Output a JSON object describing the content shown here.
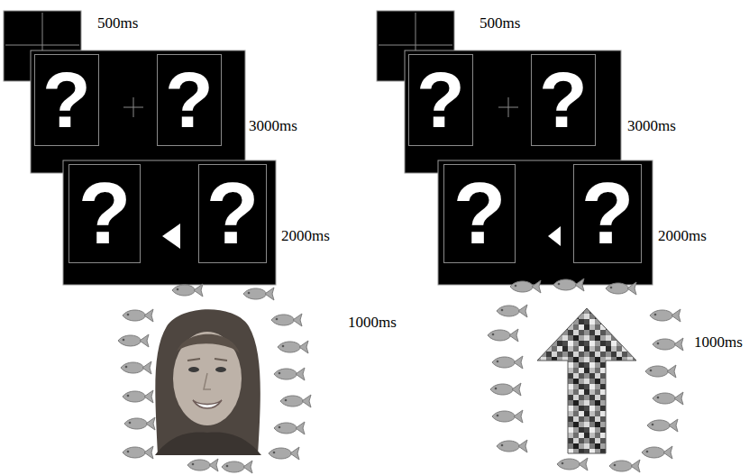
{
  "diagram": {
    "nodes": [
      {
        "text": [
          "?"
        ]
      },
      {
        "text": [
          "?"
        ]
      },
      {
        "text": [
          "?"
        ]
      },
      {
        "text": [
          "?"
        ]
      },
      {
        "text": [
          "?"
        ]
      },
      {
        "text": [
          "?"
        ]
      },
      {
        "text": [
          "?"
        ]
      },
      {
        "text": [
          "?"
        ]
      }
    ],
    "labels": [
      "500ms",
      "3000ms",
      "2000ms",
      "1000ms",
      "500ms",
      "3000ms",
      "2000ms",
      "1000ms"
    ]
  }
}
